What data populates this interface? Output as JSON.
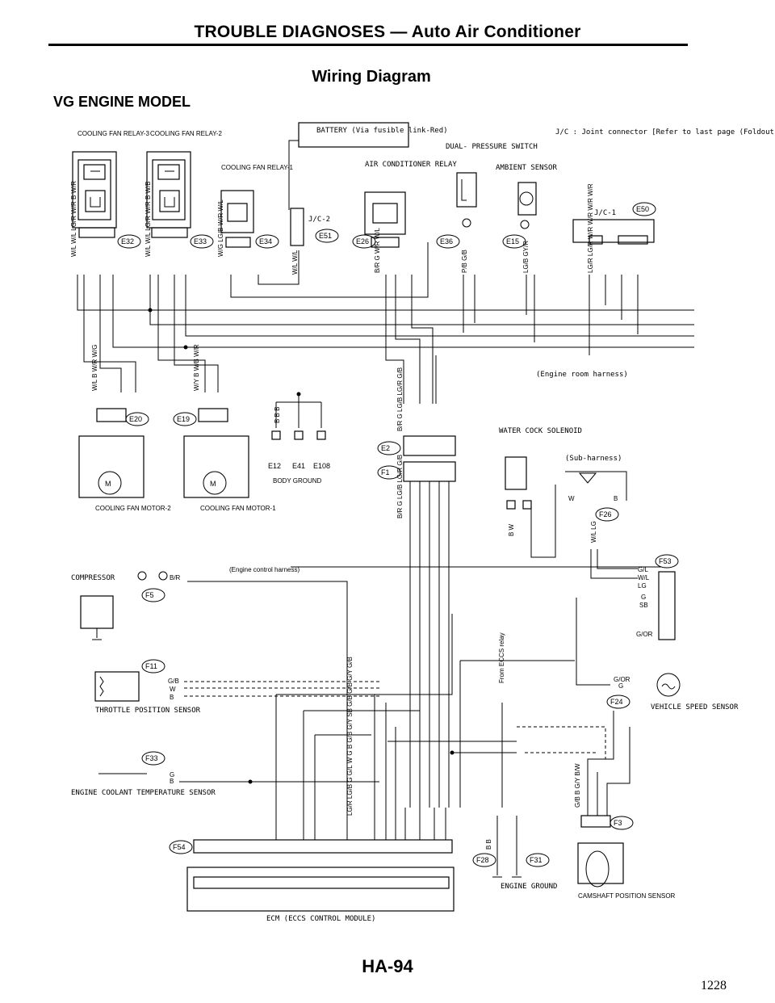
{
  "header": {
    "title": "TROUBLE DIAGNOSES — Auto Air Conditioner",
    "diagram_title": "Wiring Diagram",
    "model": "VG ENGINE MODEL"
  },
  "components": {
    "relay3": "COOLING FAN RELAY-3",
    "relay2": "COOLING FAN RELAY-2",
    "relay1": "COOLING FAN RELAY-1",
    "battery": "BATTERY (Via fusible link-Red)",
    "ac_relay": "AIR CONDITIONER RELAY",
    "dual_switch": "DUAL- PRESSURE SWITCH",
    "jc_note": "J/C : Joint connector [Refer to last page (Foldout page).]",
    "ambient": "AMBIENT SENSOR",
    "jc1": "J/C-1",
    "jc2": "J/C-2",
    "engine_room": "(Engine room harness)",
    "motor2": "COOLING FAN MOTOR-2",
    "motor1": "COOLING FAN MOTOR-1",
    "body_ground": "BODY GROUND",
    "water_cock": "WATER COCK SOLENOID",
    "sub_harness": "(Sub-harness)",
    "compressor": "COMPRESSOR",
    "engine_control": "(Engine control harness)",
    "throttle": "THROTTLE POSITION SENSOR",
    "coolant": "ENGINE COOLANT TEMPERATURE SENSOR",
    "vehicle_speed": "VEHICLE SPEED SENSOR",
    "from_eccs": "From ECCS relay",
    "engine_ground": "ENGINE GROUND",
    "camshaft": "CAMSHAFT POSITION SENSOR",
    "ecm": "ECM (ECCS CONTROL MODULE)"
  },
  "connectors": {
    "E32": "E32",
    "E33": "E33",
    "E34": "E34",
    "E51": "E51",
    "E26": "E26",
    "E36": "E36",
    "E15": "E15",
    "E50": "E50",
    "E20": "E20",
    "E19": "E19",
    "E12": "E12",
    "E41": "E41",
    "E108": "E108",
    "E2": "E2",
    "F1": "F1",
    "F26": "F26",
    "F53": "F53",
    "F5": "F5",
    "F11": "F11",
    "F24": "F24",
    "F33": "F33",
    "F3": "F3",
    "F54": "F54",
    "F28": "F28",
    "F31": "F31"
  },
  "wire_colors": {
    "relay3": "W/L W/L LG/R W/R B W/R",
    "relay2": "W/L W/L LG/R W/R B W/B",
    "relay1": "W/G LG/B W/R W/L",
    "jc2": "W/L W/L",
    "ac_relay": "B/R G W/R W/L",
    "dual": "P/B G/B",
    "ambient": "LG/B GY/R",
    "jc1": "LG/R LG/R W/R W/R W/R W/R",
    "motor2_wires": "W/L B W/R W/G",
    "motor1_wires": "W/Y B W/B W/R",
    "ground_wires": "B B B",
    "e2_wires": "B/R G LG/B LG/R G/B",
    "f1_wires": "B/R G LG/B LG/R G/B",
    "water_cock_wires": "B W",
    "sub_w": "W",
    "sub_b": "B",
    "f26_wires": "W/L LG",
    "f53_wires": [
      "G/L",
      "W/L",
      "LG",
      "G",
      "SB",
      "G/OR"
    ],
    "compressor_wire": "B/R",
    "throttle_wires": [
      "G/B",
      "W",
      "B"
    ],
    "speed_wires": [
      "G/OR",
      "G"
    ],
    "coolant_wires": [
      "G",
      "B"
    ],
    "ecm_wires": "LG/R LG/B G G/L W G B G/B G/Y SB G/B G/B G/Y G/B",
    "ground_b": "B B",
    "cam_wires": "G/B B G/Y B/W"
  },
  "footer": {
    "page": "HA-94",
    "sheet": "1228"
  }
}
